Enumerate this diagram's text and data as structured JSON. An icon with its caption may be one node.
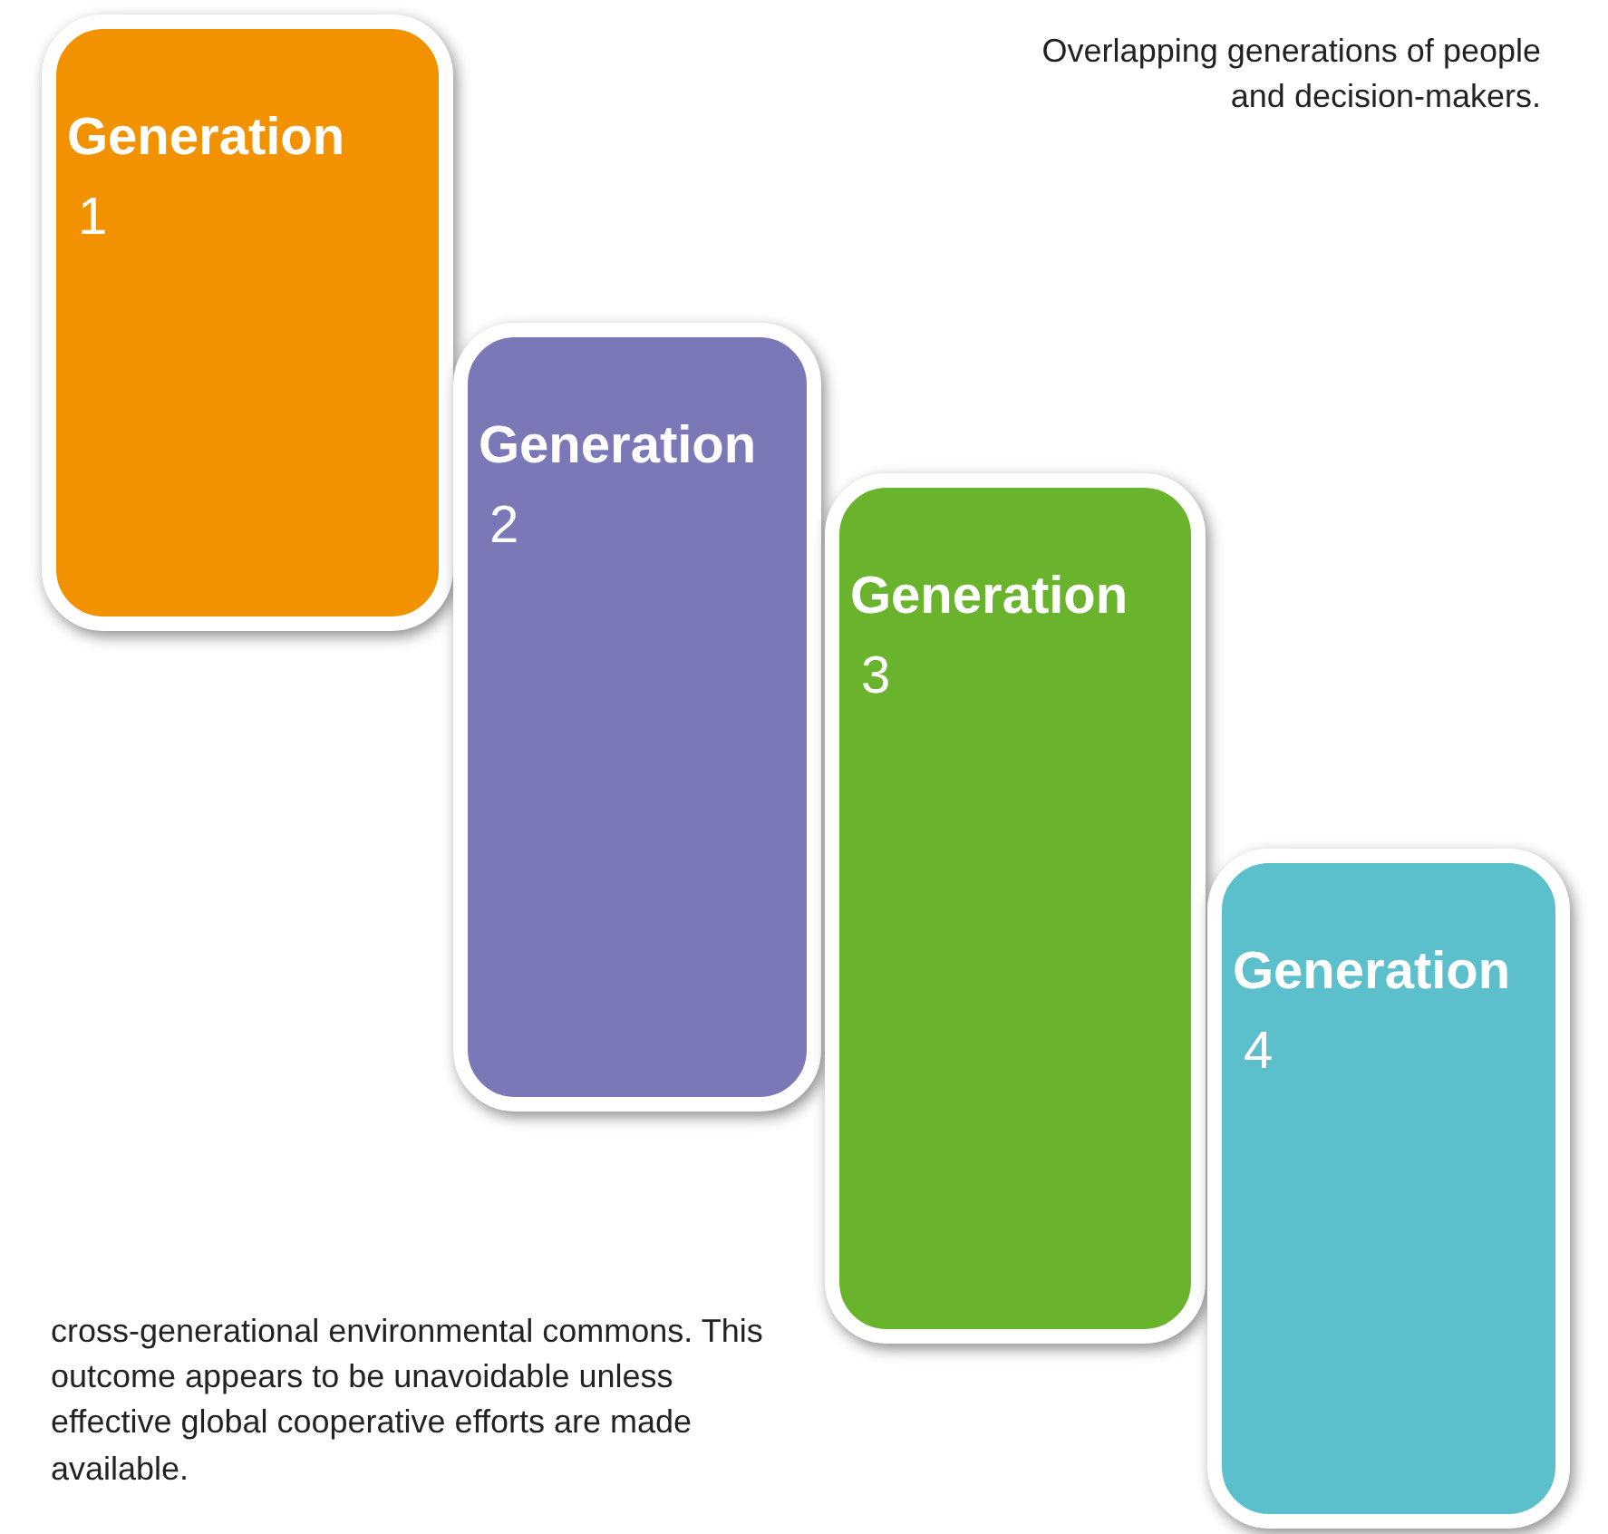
{
  "diagram": {
    "nodes": [
      {
        "text": [
          "Generation",
          "1"
        ]
      },
      {
        "text": [
          "Generation",
          "2"
        ]
      },
      {
        "text": [
          "Generation",
          "3"
        ]
      },
      {
        "text": [
          "Generation",
          "4"
        ]
      }
    ],
    "labels": [
      "Overlapping generations of people and decision-makers.",
      "cross-generational environmental commons. This outcome appears to be unavoidable unless effective global cooperative efforts are made available."
    ]
  }
}
